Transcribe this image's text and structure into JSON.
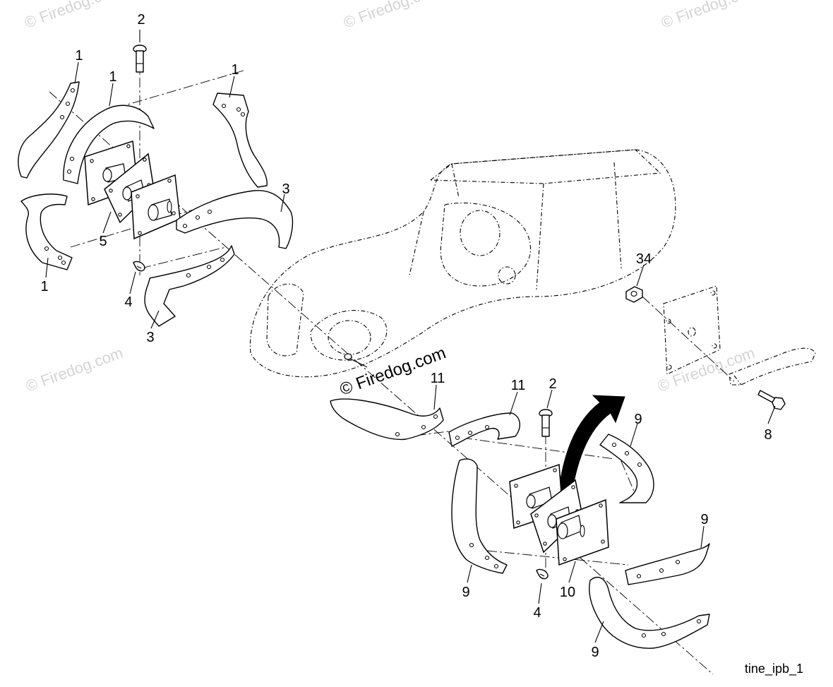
{
  "figure": {
    "caption": "tine_ipb_1",
    "watermark_main": "© Firedog.com",
    "watermark_faint": "© Firedog.com",
    "watermark_faint_ruled": "© Firedog.com"
  },
  "callouts": {
    "c1a": "1",
    "c1b": "1",
    "c1c": "1",
    "c1d": "1",
    "c2a": "2",
    "c2b": "2",
    "c3a": "3",
    "c3b": "3",
    "c4a": "4",
    "c4b": "4",
    "c5": "5",
    "c8": "8",
    "c9a": "9",
    "c9b": "9",
    "c9c": "9",
    "c9d": "9",
    "c10": "10",
    "c11a": "11",
    "c11b": "11",
    "c34": "34"
  }
}
